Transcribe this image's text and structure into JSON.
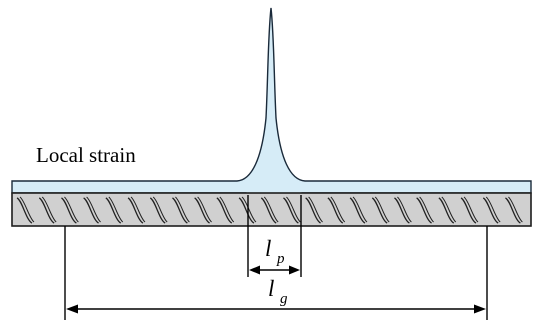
{
  "labels": {
    "local_strain": "Local strain",
    "lp_symbol": "l",
    "lp_subscript": "p",
    "lg_symbol": "l",
    "lg_subscript": "g"
  },
  "colors": {
    "strain_fill": "#d6ecf7",
    "strain_stroke": "#1a2a3a",
    "bar_fill": "#d0d0d0",
    "rib_stroke": "#222222",
    "line": "#000000"
  },
  "icons": {
    "arrow_heads": "filled-triangle"
  }
}
